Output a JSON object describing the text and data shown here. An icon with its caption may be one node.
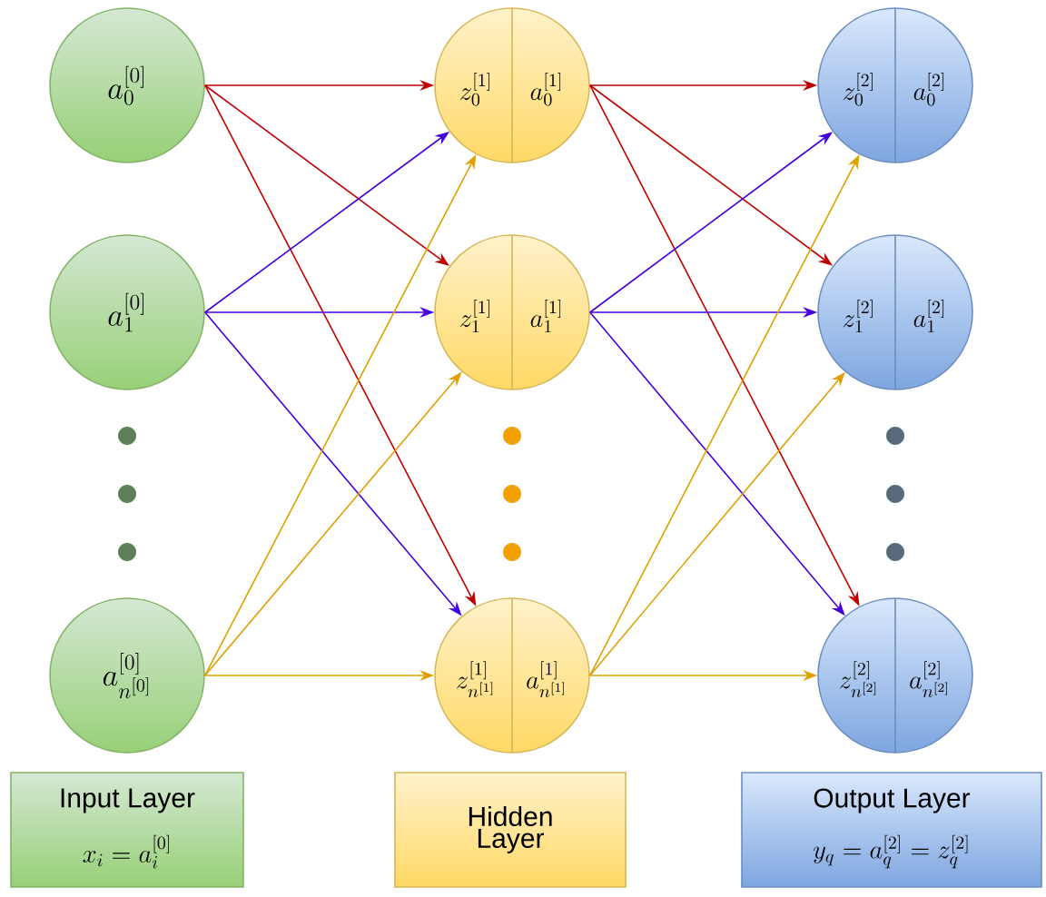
{
  "diagram": {
    "nodes": [
      {
        "text": [
          "a_0^{[0]}"
        ]
      },
      {
        "text": [
          "a_1^{[0]}"
        ]
      },
      {
        "text": [
          "a_{n^{[0]}}^{[0]}"
        ]
      },
      {
        "text": [
          "z_0^{[1]}",
          "a_0^{[1]}"
        ]
      },
      {
        "text": [
          "z_1^{[1]}",
          "a_1^{[1]}"
        ]
      },
      {
        "text": [
          "z_{n^{[1]}}^{[1]}",
          "a_{n^{[1]}}^{[1]}"
        ]
      },
      {
        "text": [
          "z_0^{[2]}",
          "a_0^{[2]}"
        ]
      },
      {
        "text": [
          "z_1^{[2]}",
          "a_1^{[2]}"
        ]
      },
      {
        "text": [
          "z_{n^{[2]}}^{[2]}",
          "a_{n^{[2]}}^{[2]}"
        ]
      },
      {
        "text": [
          "Input Layer",
          "x_i = a_i^{[0]}"
        ]
      },
      {
        "text": [
          "Hidden Layer"
        ]
      },
      {
        "text": [
          "Output Layer",
          "y_q = a_q^{[2]} = z_q^{[2]}"
        ]
      }
    ],
    "edges": [
      {
        "from": 0,
        "to": 3,
        "arrow": "to",
        "color": "#c00000"
      },
      {
        "from": 0,
        "to": 4,
        "arrow": "to",
        "color": "#c00000"
      },
      {
        "from": 0,
        "to": 5,
        "arrow": "to",
        "color": "#c00000"
      },
      {
        "from": 1,
        "to": 3,
        "arrow": "to",
        "color": "#4400dd"
      },
      {
        "from": 1,
        "to": 4,
        "arrow": "to",
        "color": "#4400dd"
      },
      {
        "from": 1,
        "to": 5,
        "arrow": "to",
        "color": "#4400dd"
      },
      {
        "from": 2,
        "to": 3,
        "arrow": "to",
        "color": "#e0a000"
      },
      {
        "from": 2,
        "to": 4,
        "arrow": "to",
        "color": "#e0a000"
      },
      {
        "from": 2,
        "to": 5,
        "arrow": "to",
        "color": "#e0a000"
      },
      {
        "from": 3,
        "to": 6,
        "arrow": "to",
        "color": "#c00000"
      },
      {
        "from": 3,
        "to": 7,
        "arrow": "to",
        "color": "#c00000"
      },
      {
        "from": 3,
        "to": 8,
        "arrow": "to",
        "color": "#c00000"
      },
      {
        "from": 4,
        "to": 6,
        "arrow": "to",
        "color": "#4400dd"
      },
      {
        "from": 4,
        "to": 7,
        "arrow": "to",
        "color": "#4400dd"
      },
      {
        "from": 4,
        "to": 8,
        "arrow": "to",
        "color": "#4400dd"
      },
      {
        "from": 5,
        "to": 6,
        "arrow": "to",
        "color": "#e0a000"
      },
      {
        "from": 5,
        "to": 7,
        "arrow": "to",
        "color": "#e0a000"
      },
      {
        "from": 5,
        "to": 8,
        "arrow": "to",
        "color": "#e0a000"
      }
    ]
  }
}
